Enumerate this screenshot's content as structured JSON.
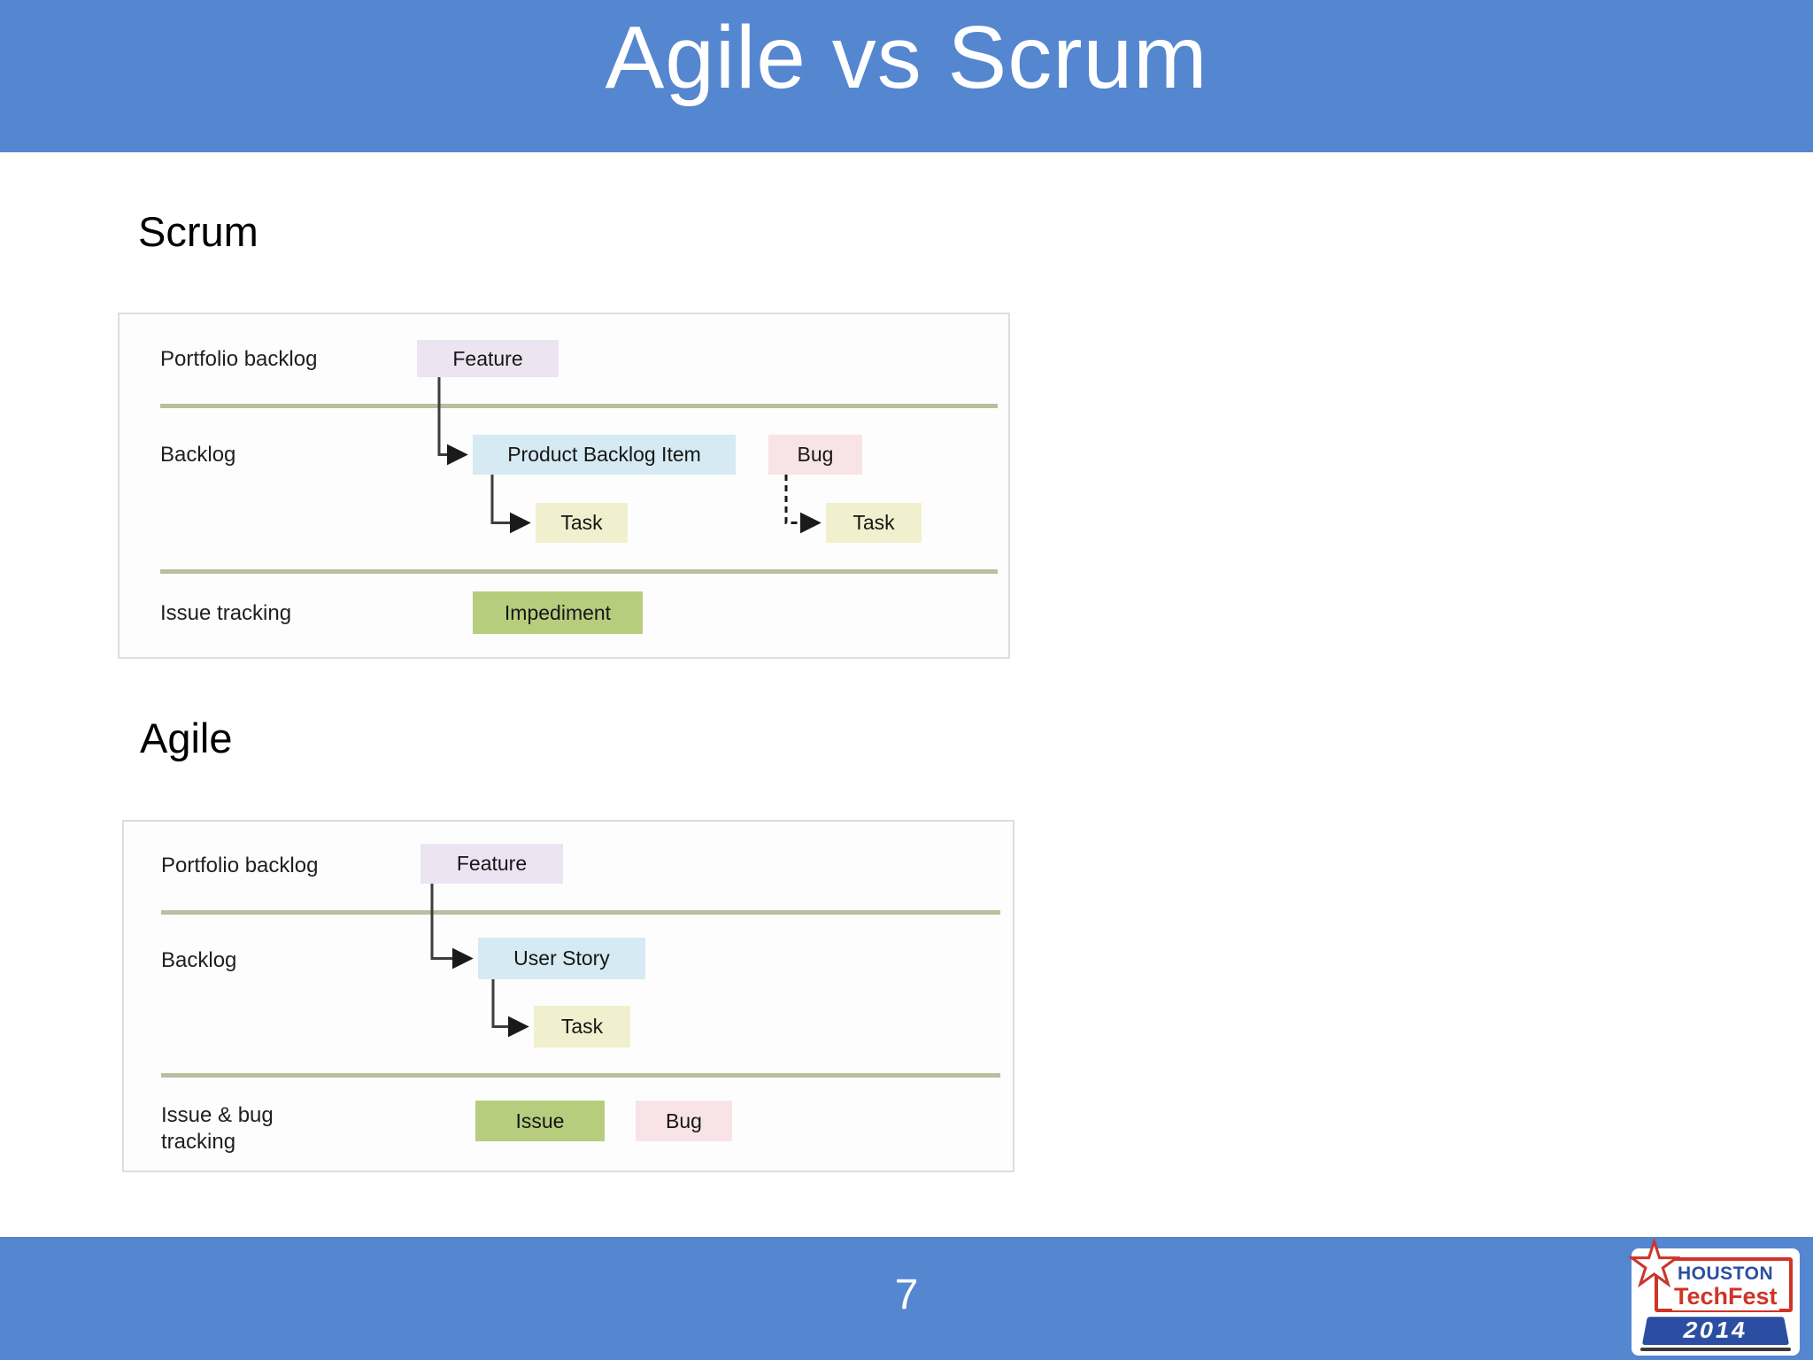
{
  "slide": {
    "title": "Agile vs Scrum",
    "page_number": "7"
  },
  "colors": {
    "bar_blue": "#5586d0",
    "separator_olive": "#bdbda0",
    "feature_lavender": "#ece4f1",
    "backlog_item_blue": "#d5eaf2",
    "task_yellow": "#f0f0cf",
    "bug_pink": "#f8e4e6",
    "issue_green": "#b7cd7e"
  },
  "scrum": {
    "heading": "Scrum",
    "rows": {
      "portfolio": "Portfolio backlog",
      "backlog": "Backlog",
      "issue": "Issue tracking"
    },
    "nodes": {
      "feature": "Feature",
      "pbi": "Product Backlog Item",
      "bug": "Bug",
      "task1": "Task",
      "task2": "Task",
      "impediment": "Impediment"
    }
  },
  "agile": {
    "heading": "Agile",
    "rows": {
      "portfolio": "Portfolio backlog",
      "backlog": "Backlog",
      "issue": "Issue & bug tracking"
    },
    "nodes": {
      "feature": "Feature",
      "user_story": "User Story",
      "task": "Task",
      "issue": "Issue",
      "bug": "Bug"
    }
  },
  "logo": {
    "line1": "HOUSTON",
    "line2": "TechFest",
    "line3": "2014"
  }
}
